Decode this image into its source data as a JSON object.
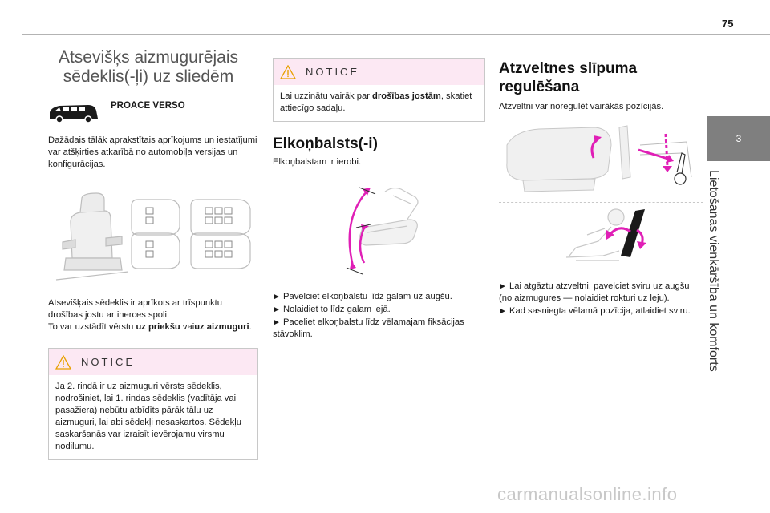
{
  "page_number": "75",
  "side_tab": {
    "number": "3",
    "title": "Lietošanas vienkāršība un komforts"
  },
  "col1": {
    "title": "Atsevišķs aizmugurējais sēdeklis(-ļi) uz sliedēm",
    "model_label": "PROACE VERSO",
    "intro": "Dažādais tālāk aprakstītais aprīkojums un iestatījumi var atšķirties atkarībā no automobiļa versijas un konfigurācijas.",
    "seat_text_line1": "Atsevišķais sēdeklis ir aprīkots ar trīspunktu drošības jostu ar inerces spoli.",
    "seat_text_line2_prefix": "To var uzstādīt vērstu ",
    "seat_text_bold1": "uz priekšu",
    "seat_text_mid": " vai",
    "seat_text_bold2": "uz aizmuguri",
    "seat_text_end": ".",
    "notice": {
      "title": "NOTICE",
      "body": "Ja 2. rindā ir uz aizmuguri vērsts sēdeklis, nodrošiniet, lai 1. rindas sēdeklis (vadītāja vai pasažiera) nebūtu atbīdīts pārāk tālu uz aizmuguri, lai abi sēdekļi nesaskartos. Sēdekļu saskaršanās var izraisīt ievērojamu virsmu nodilumu."
    }
  },
  "col2": {
    "notice": {
      "title": "NOTICE",
      "body_prefix": "Lai uzzinātu vairāk par ",
      "body_bold": "drošības jostām",
      "body_suffix": ", skatiet attiecīgo sadaļu."
    },
    "title": "Elkoņbalsts(-i)",
    "intro": "Elkoņbalstam ir ierobi.",
    "steps": [
      "Pavelciet elkoņbalstu līdz galam uz augšu.",
      "Nolaidiet to līdz galam lejā.",
      "Paceliet elkoņbalstu līdz vēlamajam fiksācijas stāvoklim."
    ]
  },
  "col3": {
    "title": "Atzveltnes slīpuma regulēšana",
    "intro": "Atzveltni var noregulēt vairākās pozīcijās.",
    "steps": [
      "Lai atgāztu atzveltni, pavelciet sviru uz augšu (no aizmugures — nolaidiet rokturi uz leju).",
      "Kad sasniegta vēlamā pozīcija, atlaidiet sviru."
    ]
  },
  "step_marker": "►",
  "watermark": "carmanualsonline.info",
  "colors": {
    "accent": "#e01fb6",
    "notice_bg": "#fce8f3",
    "tab_bg": "#7f7f7f"
  }
}
